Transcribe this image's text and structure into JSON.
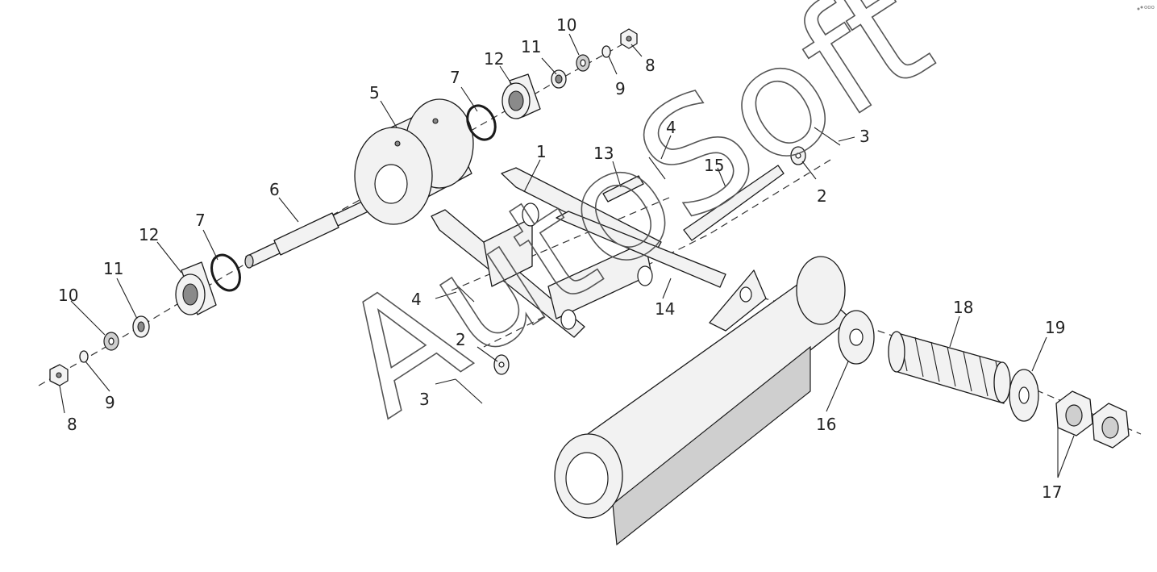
{
  "watermark": "AutoSoft",
  "callouts": [
    {
      "id": "c1",
      "text": "1"
    },
    {
      "id": "c2a",
      "text": "2"
    },
    {
      "id": "c2b",
      "text": "2"
    },
    {
      "id": "c3a",
      "text": "3"
    },
    {
      "id": "c3b",
      "text": "3"
    },
    {
      "id": "c4a",
      "text": "4"
    },
    {
      "id": "c4b",
      "text": "4"
    },
    {
      "id": "c5",
      "text": "5"
    },
    {
      "id": "c6",
      "text": "6"
    },
    {
      "id": "c7a",
      "text": "7"
    },
    {
      "id": "c7b",
      "text": "7"
    },
    {
      "id": "c8a",
      "text": "8"
    },
    {
      "id": "c8b",
      "text": "8"
    },
    {
      "id": "c9a",
      "text": "9"
    },
    {
      "id": "c9b",
      "text": "9"
    },
    {
      "id": "c10a",
      "text": "10"
    },
    {
      "id": "c10b",
      "text": "10"
    },
    {
      "id": "c11a",
      "text": "11"
    },
    {
      "id": "c11b",
      "text": "11"
    },
    {
      "id": "c12a",
      "text": "12"
    },
    {
      "id": "c12b",
      "text": "12"
    },
    {
      "id": "c13",
      "text": "13"
    },
    {
      "id": "c14",
      "text": "14"
    },
    {
      "id": "c15",
      "text": "15"
    },
    {
      "id": "c16",
      "text": "16"
    },
    {
      "id": "c17",
      "text": "17"
    },
    {
      "id": "c18",
      "text": "18"
    },
    {
      "id": "c19",
      "text": "19"
    }
  ]
}
